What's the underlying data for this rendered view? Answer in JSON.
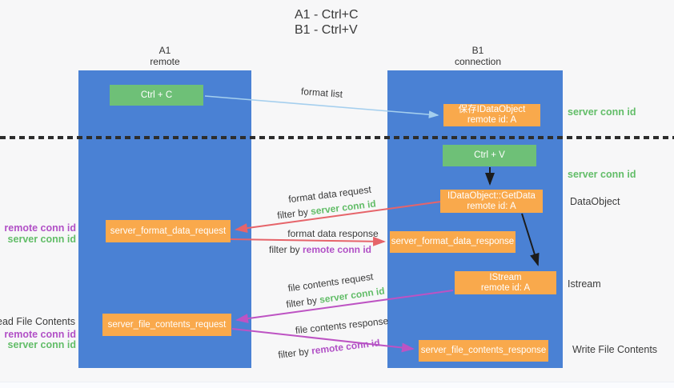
{
  "title": {
    "line1": "A1 - Ctrl+C",
    "line2": "B1 - Ctrl+V"
  },
  "columns": {
    "left": {
      "name": "A1",
      "role": "remote"
    },
    "right": {
      "name": "B1",
      "role": "connection"
    }
  },
  "boxes": {
    "ctrl_c": {
      "label": "Ctrl + C"
    },
    "save_idataobject": {
      "line1": "保存IDataObject",
      "line2": "remote id: A"
    },
    "ctrl_v": {
      "label": "Ctrl + V"
    },
    "getdata": {
      "line1": "IDataObject::GetData",
      "line2": "remote id: A"
    },
    "format_request": {
      "label": "server_format_data_request"
    },
    "format_response": {
      "label": "server_format_data_response"
    },
    "istream": {
      "line1": "IStream",
      "line2": "remote id: A"
    },
    "file_request": {
      "label": "server_file_contents_request"
    },
    "file_response": {
      "label": "server_file_contents_response"
    }
  },
  "labels": {
    "format_list": "format list",
    "format_data_request": "format data request",
    "format_data_response": "format data response",
    "file_contents_request": "file contents request",
    "file_contents_response": "file contents response",
    "filter_by": "filter by ",
    "server_conn_id": "server conn id",
    "remote_conn_id": "remote conn id",
    "dataobject": "DataObject",
    "istream": "Istream",
    "read_file_contents": "Read File Contents",
    "write_file_contents": "Write File Contents"
  },
  "colors": {
    "lifeline_blue": "#4a81d4",
    "box_green": "#6ec077",
    "box_orange": "#f9a94c",
    "arrow_lightblue": "#a5cfee",
    "arrow_red": "#e6646a",
    "arrow_magenta": "#bd53c3",
    "arrow_black": "#1c1c1c",
    "text_green": "#62bd68",
    "text_purple": "#b150c6"
  }
}
